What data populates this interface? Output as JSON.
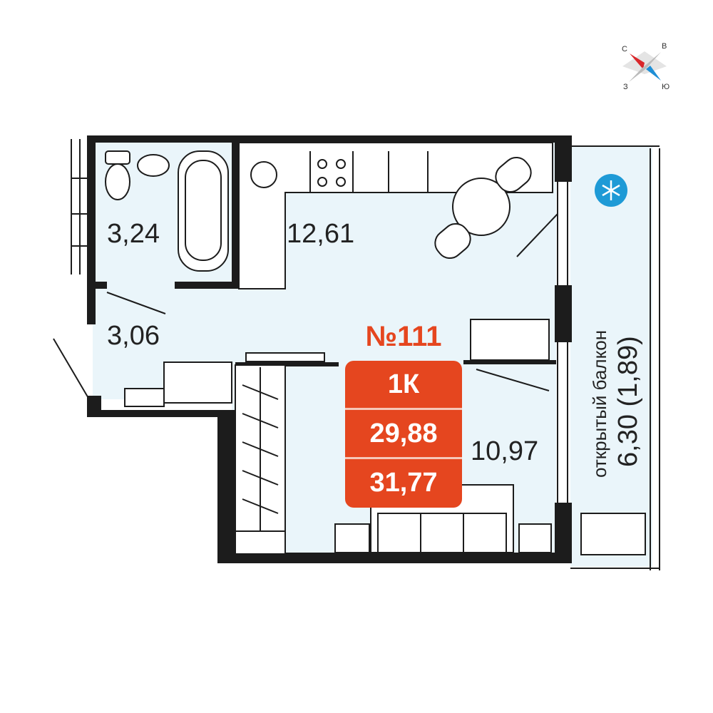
{
  "apartment": {
    "number": "№111",
    "type": "1К",
    "living_area": "29,88",
    "total_area": "31,77",
    "accent_color": "#e5461f"
  },
  "rooms": {
    "bathroom": "3,24",
    "kitchen": "12,61",
    "hall": "3,06",
    "room": "10,97",
    "balcony_label": "открытый балкон",
    "balcony_area": "6,30 (1,89)"
  },
  "compass": {
    "n": "С",
    "e": "В",
    "s": "Ю",
    "w": "З"
  },
  "icons": {
    "balcony": "snowflake-icon",
    "compass": "compass-rose-icon"
  }
}
